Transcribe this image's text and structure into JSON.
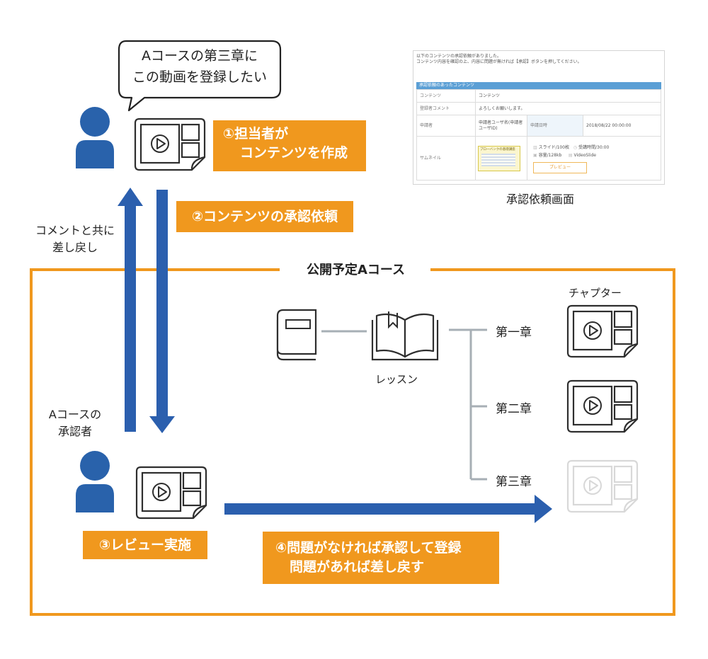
{
  "bubble": {
    "line1": "Aコースの第三章に",
    "line2": "この動画を登録したい"
  },
  "steps": {
    "s1_line1": "①担当者が",
    "s1_line2": "コンテンツを作成",
    "s2": "②コンテンツの承認依頼",
    "s3": "③レビュー実施",
    "s4_line1": "④問題がなければ承認して登録",
    "s4_line2": "問題があれば差し戻す"
  },
  "side_labels": {
    "return_line1": "コメントと共に",
    "return_line2": "差し戻し",
    "approver_line1": "Aコースの",
    "approver_line2": "承認者"
  },
  "course": {
    "frame_title": "公開予定Aコース",
    "lesson_label": "レッスン",
    "chapter_header": "チャプター",
    "chapters": [
      "第一章",
      "第二章",
      "第三章"
    ]
  },
  "screenshot": {
    "caption": "承認依頼画面",
    "intro_line1": "以下のコンテンツの承認依頼がありました。",
    "intro_line2": "コンテンツ内容を確認の上、内容に問題が無ければ【承認】ボタンを押してください。",
    "section_title": "承認依頼のあったコンテンツ",
    "rows": {
      "content_label": "コンテンツ",
      "content_value": "コンテンツ",
      "comment_label": "登録者コメント",
      "comment_value": "よろしくお願いします。",
      "applicant_label": "申請者",
      "applicant_value": "申請者ユーザ名(申請者ユーザID)",
      "date_label": "申請日時",
      "date_value": "2018/08/22 00:00:00",
      "thumb_label": "サムネイル",
      "thumb_title": "プロ一バンクの基礎講座",
      "slides": "スライド/100枚",
      "duration": "受講時間/30:00",
      "size": "容量/128kb",
      "type": "VideoSlide",
      "preview_button": "プレビュー"
    }
  },
  "colors": {
    "orange": "#f0981e",
    "blue": "#2b5fae",
    "gray": "#a7afb5"
  }
}
